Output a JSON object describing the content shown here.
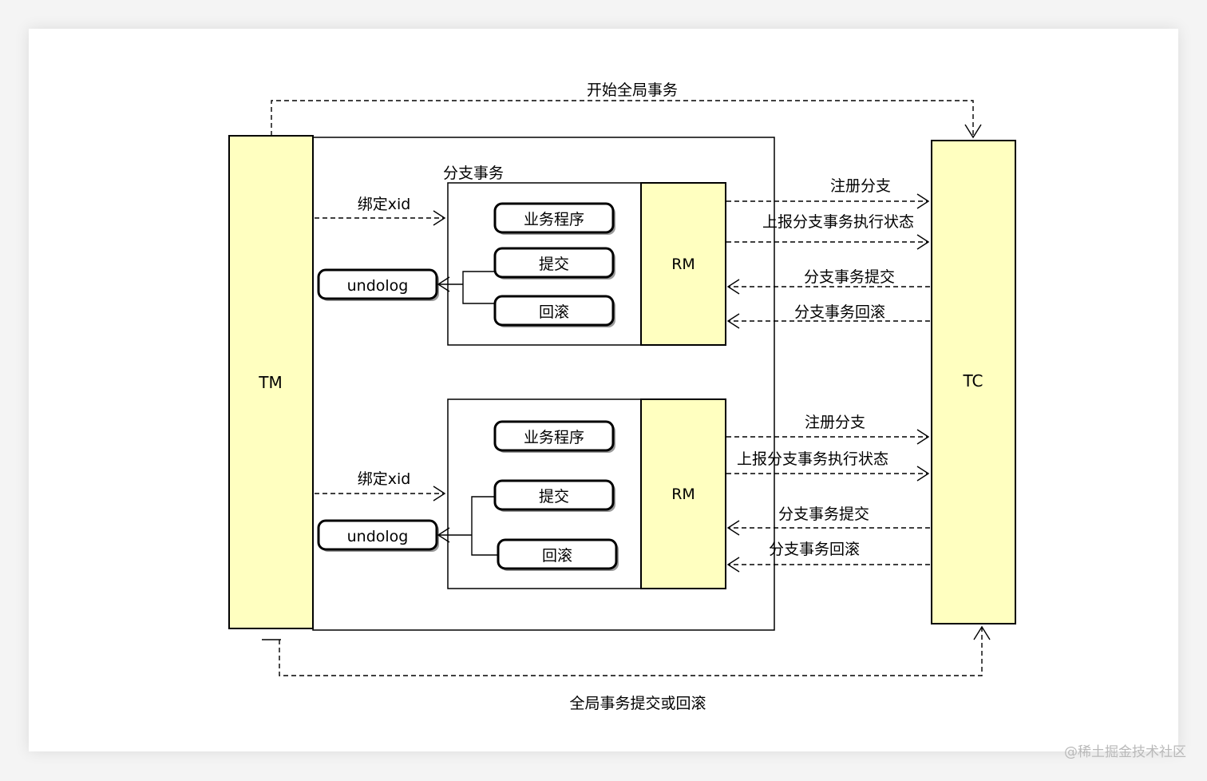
{
  "nodes": {
    "tm": "TM",
    "tc": "TC",
    "branch_group_label": "分支事务",
    "branches": [
      {
        "rm": "RM",
        "business": "业务程序",
        "commit": "提交",
        "rollback": "回滚",
        "undolog": "undolog",
        "bind_xid": "绑定xid"
      },
      {
        "rm": "RM",
        "business": "业务程序",
        "commit": "提交",
        "rollback": "回滚",
        "undolog": "undolog",
        "bind_xid": "绑定xid"
      }
    ]
  },
  "edges": {
    "begin_global": "开始全局事务",
    "global_commit_rollback": "全局事务提交或回滚",
    "branches": [
      {
        "register": "注册分支",
        "report": "上报分支事务执行状态",
        "commit": "分支事务提交",
        "rollback": "分支事务回滚"
      },
      {
        "register": "注册分支",
        "report": "上报分支事务执行状态",
        "commit": "分支事务提交",
        "rollback": "分支事务回滚"
      }
    ]
  },
  "watermark": "@稀土掘金技术社区"
}
